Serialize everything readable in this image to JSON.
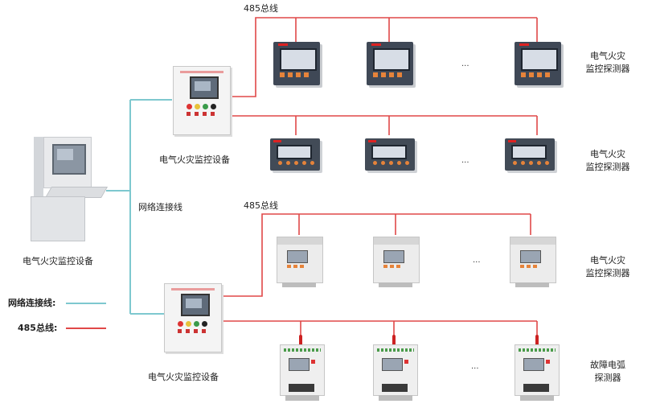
{
  "top_bus_label": "485总线",
  "mid_bus_label": "485总线",
  "network_line_label": "网络连接线",
  "workstation_label": "电气火灾监控设备",
  "controller_top_label": "电气火灾监控设备",
  "controller_bottom_label": "电气火灾监控设备",
  "legend": {
    "network_label": "网络连接线:",
    "bus_label": "485总线:"
  },
  "row_labels": {
    "row1": "电气火灾\n监控探测器",
    "row2": "电气火灾\n监控探测器",
    "row3": "电气火灾\n监控探测器",
    "row4": "故障电弧\n探测器"
  },
  "ellipsis": "...",
  "colors": {
    "network_line": "#7ec8cf",
    "bus_line": "#e04848"
  }
}
